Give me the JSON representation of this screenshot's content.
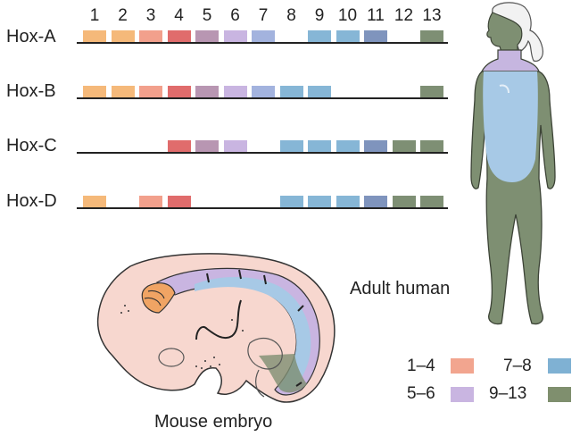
{
  "gene_numbers": [
    "1",
    "2",
    "3",
    "4",
    "5",
    "6",
    "7",
    "8",
    "9",
    "10",
    "11",
    "12",
    "13"
  ],
  "clusters": [
    {
      "name": "Hox-A",
      "genes": [
        1,
        2,
        3,
        4,
        5,
        6,
        7,
        9,
        10,
        11,
        13
      ]
    },
    {
      "name": "Hox-B",
      "genes": [
        1,
        2,
        3,
        4,
        5,
        6,
        7,
        8,
        9,
        13
      ]
    },
    {
      "name": "Hox-C",
      "genes": [
        4,
        5,
        6,
        8,
        9,
        10,
        11,
        12,
        13
      ]
    },
    {
      "name": "Hox-D",
      "genes": [
        1,
        3,
        4,
        8,
        9,
        10,
        11,
        12,
        13
      ]
    }
  ],
  "gene_colors": {
    "1": "#f5b97a",
    "2": "#f5b97a",
    "3": "#f2a08c",
    "4": "#e06c6c",
    "5": "#b896b2",
    "6": "#c9b5e1",
    "7": "#a3b3de",
    "8": "#86b6d6",
    "9": "#86b6d6",
    "10": "#86b6d6",
    "11": "#7f94bd",
    "12": "#7e8f74",
    "13": "#7e8f74"
  },
  "labels": {
    "adult": "Adult human",
    "embryo": "Mouse embryo"
  },
  "legend": [
    {
      "label": "1–4",
      "color": "#f2a58f"
    },
    {
      "label": "7–8",
      "color": "#7fb1d3"
    },
    {
      "label": "5–6",
      "color": "#c9b5e1"
    },
    {
      "label": "9–13",
      "color": "#7f8f6e"
    }
  ]
}
